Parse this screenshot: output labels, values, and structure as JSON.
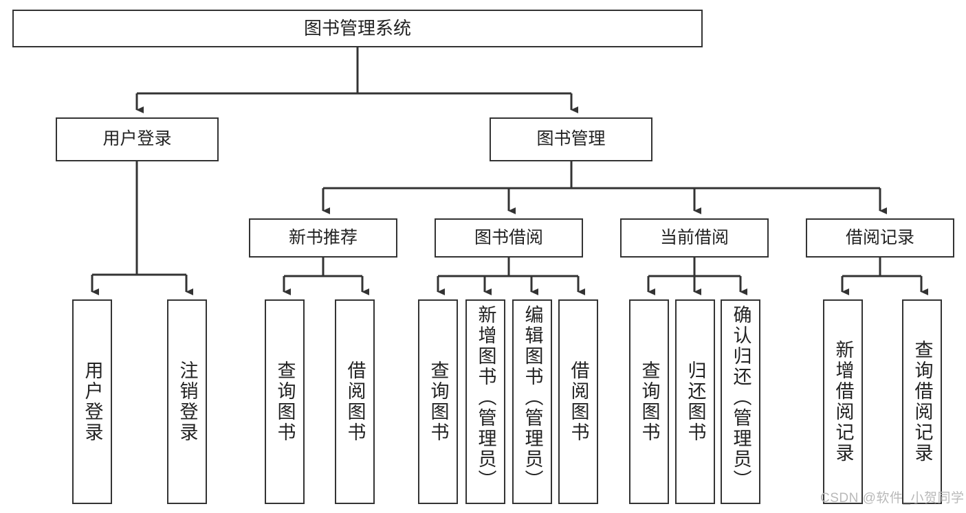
{
  "diagram": {
    "type": "hierarchy-tree",
    "title": "图书管理系统",
    "watermark": "CSDN @软件_小贺同学",
    "colors": {
      "background": "#ffffff",
      "border": "#333333",
      "text": "#222222",
      "connector": "#333333",
      "watermark": "#b9b9b9"
    },
    "levels": {
      "root": {
        "label": "图书管理系统"
      },
      "level2": [
        {
          "id": "user-login",
          "label": "用户登录"
        },
        {
          "id": "book-management",
          "label": "图书管理"
        }
      ],
      "level3": [
        {
          "id": "new-book-recommend",
          "label": "新书推荐",
          "parent": "book-management"
        },
        {
          "id": "book-borrow",
          "label": "图书借阅",
          "parent": "book-management"
        },
        {
          "id": "current-borrow",
          "label": "当前借阅",
          "parent": "book-management"
        },
        {
          "id": "borrow-record",
          "label": "借阅记录",
          "parent": "book-management"
        }
      ],
      "leaves": [
        {
          "id": "leaf-user-login",
          "label": "用户登录",
          "parent": "user-login"
        },
        {
          "id": "leaf-logout-login",
          "label": "注销登录",
          "parent": "user-login"
        },
        {
          "id": "leaf-query-book-1",
          "label": "查询图书",
          "parent": "new-book-recommend"
        },
        {
          "id": "leaf-borrow-book-1",
          "label": "借阅图书",
          "parent": "new-book-recommend"
        },
        {
          "id": "leaf-query-book-2",
          "label": "查询图书",
          "parent": "book-borrow"
        },
        {
          "id": "leaf-add-book",
          "label": "新增图书（管理员）",
          "parent": "book-borrow"
        },
        {
          "id": "leaf-edit-book",
          "label": "编辑图书（管理员）",
          "parent": "book-borrow"
        },
        {
          "id": "leaf-borrow-book-2",
          "label": "借阅图书",
          "parent": "book-borrow"
        },
        {
          "id": "leaf-query-book-3",
          "label": "查询图书",
          "parent": "current-borrow"
        },
        {
          "id": "leaf-return-book",
          "label": "归还图书",
          "parent": "current-borrow"
        },
        {
          "id": "leaf-confirm-return",
          "label": "确认归还（管理员）",
          "parent": "current-borrow"
        },
        {
          "id": "leaf-add-record",
          "label": "新增借阅记录",
          "parent": "borrow-record"
        },
        {
          "id": "leaf-query-record",
          "label": "查询借阅记录",
          "parent": "borrow-record"
        }
      ]
    }
  }
}
